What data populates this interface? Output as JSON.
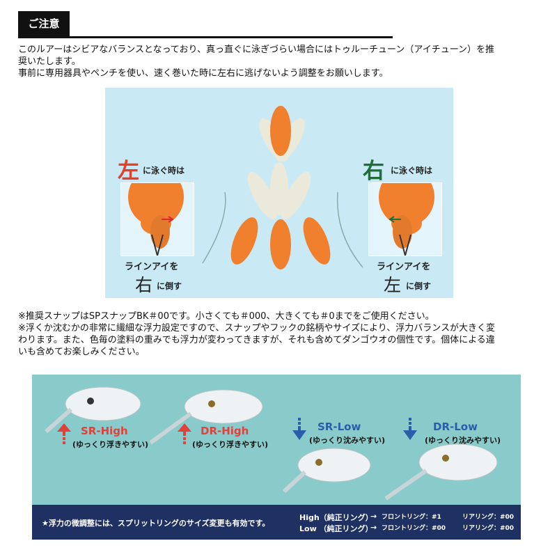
{
  "header": {
    "title": "ご注意"
  },
  "intro": {
    "line1": "このルアーはシビアなバランスとなっており、真っ直ぐに泳ぎづらい場合にはトゥルーチューン（アイチューン）を推",
    "line2": "奨いたします。",
    "line3": "事前に専用器具やペンチを使い、速く巻いた時に左右に逃げないよう調整をお願いします。"
  },
  "tuning": {
    "left_case": {
      "direction_kanji": "左",
      "swims_text": "に泳ぐ時は",
      "instruction_line1": "ラインアイを",
      "instruction_kanji": "右",
      "instruction_rest": "に倒す"
    },
    "right_case": {
      "direction_kanji": "右",
      "swims_text": "に泳ぐ時は",
      "instruction_line1": "ラインアイを",
      "instruction_kanji": "左",
      "instruction_rest": "に倒す"
    },
    "colors": {
      "left_kanji": "#e3402a",
      "right_kanji": "#1f6e3a",
      "lure": "#f07f2e"
    }
  },
  "notes": {
    "line1": "※推奨スナップはSPスナップBK＃00です。小さくても＃000、大きくても＃0までをご使用ください。",
    "line2": "※浮くか沈むかの非常に繊細な浮力設定ですので、スナップやフックの銘柄やサイズにより、浮力バランスが大きく変",
    "line3": "わります。また、色毎の塗料の重みでも浮力が変わってきますが、それも含めてダンゴウオの個性です。個体による違",
    "line4": "いも含めてお楽しみください。"
  },
  "floating": {
    "models": [
      {
        "name": "SR-High",
        "desc": "(ゆっくり浮きやすい)",
        "direction": "up"
      },
      {
        "name": "DR-High",
        "desc": "(ゆっくり浮きやすい)",
        "direction": "up"
      },
      {
        "name": "SR-Low",
        "desc": "(ゆっくり沈みやすい)",
        "direction": "down"
      },
      {
        "name": "DR-Low",
        "desc": "(ゆっくり沈みやすい)",
        "direction": "down"
      }
    ],
    "colors": {
      "high": "#e0413a",
      "low": "#2b5ea8",
      "bar": "#1f3163"
    },
    "tip": "★浮力の微調整には、スプリットリングのサイズ変更も有効です。",
    "rings": [
      {
        "type": "High（純正リング）",
        "arrow": "→",
        "front": "フロントリング：#1",
        "rear": "リアリング：#00"
      },
      {
        "type": "Low （純正リング）",
        "arrow": "→",
        "front": "フロントリング：#00",
        "rear": "リアリング：#00"
      }
    ]
  }
}
